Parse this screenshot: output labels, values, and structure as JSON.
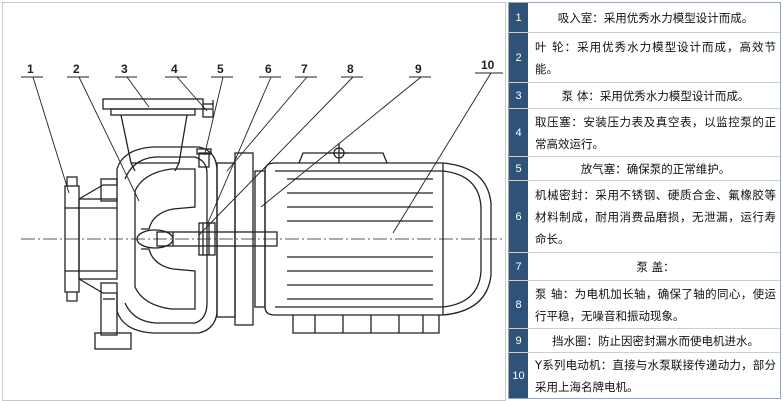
{
  "labels": [
    "1",
    "2",
    "3",
    "4",
    "5",
    "6",
    "7",
    "8",
    "9",
    "10"
  ],
  "parts": [
    {
      "num": "1",
      "text": "吸入室：采用优秀水力模型设计而成。"
    },
    {
      "num": "2",
      "text": "叶 轮：采用优秀水力模型设计而成，高效节能。"
    },
    {
      "num": "3",
      "text": "泵 体：采用优秀水力模型设计而成。"
    },
    {
      "num": "4",
      "text": "取压塞：安装压力表及真空表，以监控泵的正常高效运行。"
    },
    {
      "num": "5",
      "text": "放气塞：确保泵的正常维护。"
    },
    {
      "num": "6",
      "text": "机械密封：采用不锈钢、硬质合金、氟橡胶等材料制成，耐用消费品磨损，无泄漏，运行寿命长。"
    },
    {
      "num": "7",
      "text": "泵 盖："
    },
    {
      "num": "8",
      "text": "泵 轴：为电机加长轴，确保了轴的同心，使运行平稳，无噪音和振动现象。"
    },
    {
      "num": "9",
      "text": "挡水圈：防止因密封漏水而使电机进水。"
    },
    {
      "num": "10",
      "text": "Y系列电动机：直接与水泵联接传递动力，部分采用上海名牌电机。"
    }
  ]
}
